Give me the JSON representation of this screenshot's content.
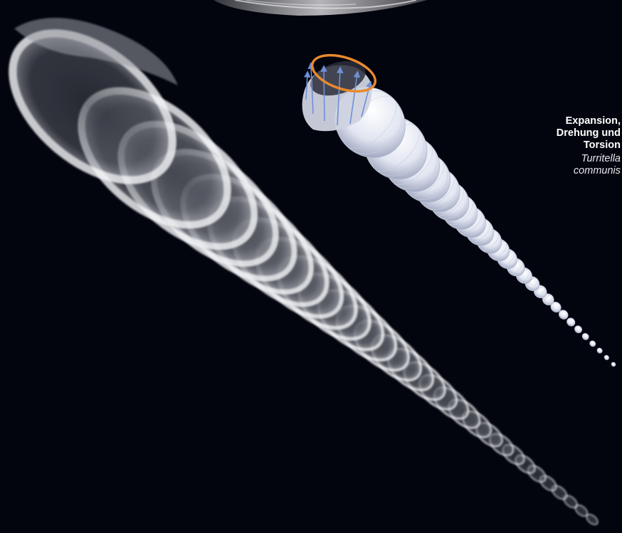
{
  "caption": {
    "title_lines": [
      "Expansion,",
      "Drehung und",
      "Torsion"
    ],
    "species_lines": [
      "Turritella",
      "communis"
    ]
  },
  "colors": {
    "background": "#02040e",
    "shell_glow": "#ffffff",
    "model_surface": "#e6e9f5",
    "orange_ring": "#e88a2e",
    "arrow_blue": "#6f8fd6"
  },
  "icons": {
    "xray_shell": "xray-shell-illustration",
    "model_shell": "3d-shell-model-illustration",
    "expansion_arrows": "arrow-icon",
    "rotation_ring": "ring-icon"
  }
}
